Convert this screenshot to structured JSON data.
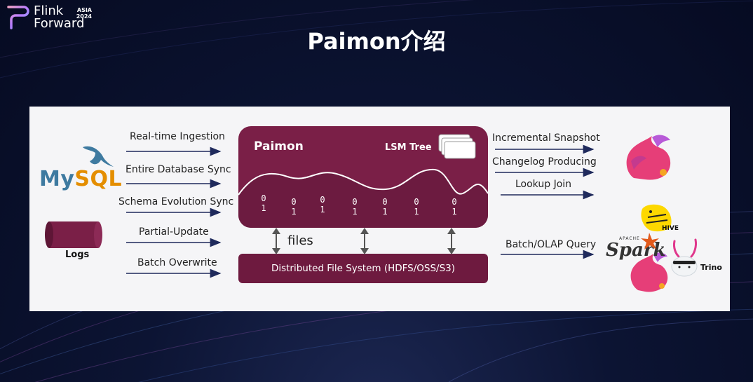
{
  "brand": {
    "line1": "Flink",
    "line2": "Forward",
    "badge_line1": "ASIA",
    "badge_line2": "2024"
  },
  "title": "Paimon介绍",
  "diagram": {
    "inputs": [
      "Real-time Ingestion",
      "Entire Database Sync",
      "Schema Evolution Sync",
      "Partial-Update",
      "Batch Overwrite"
    ],
    "sources": {
      "mysql_my": "My",
      "mysql_sql": "SQL",
      "logs": "Logs"
    },
    "paimon": {
      "title": "Paimon",
      "lsm": "LSM Tree"
    },
    "bits": [
      [
        "0",
        "1"
      ],
      [
        "0",
        "1"
      ],
      [
        "0",
        "1"
      ],
      [
        "0",
        "1"
      ],
      [
        "0",
        "1"
      ],
      [
        "0",
        "1"
      ],
      [
        "0",
        "1"
      ]
    ],
    "files": "files",
    "dfs": "Distributed File System (HDFS/OSS/S3)",
    "outputs": [
      "Incremental Snapshot",
      "Changelog Producing",
      "Lookup  Join",
      "Batch/OLAP Query"
    ],
    "engines": {
      "apache": "APACHE",
      "spark": "Spark",
      "hive": "HIVE",
      "trino": "Trino"
    }
  },
  "colors": {
    "paimon_box": "#7a1f47",
    "dfs_box": "#6e1a3f",
    "arrow": "#1f2a5c",
    "panel": "#f5f5f7"
  }
}
